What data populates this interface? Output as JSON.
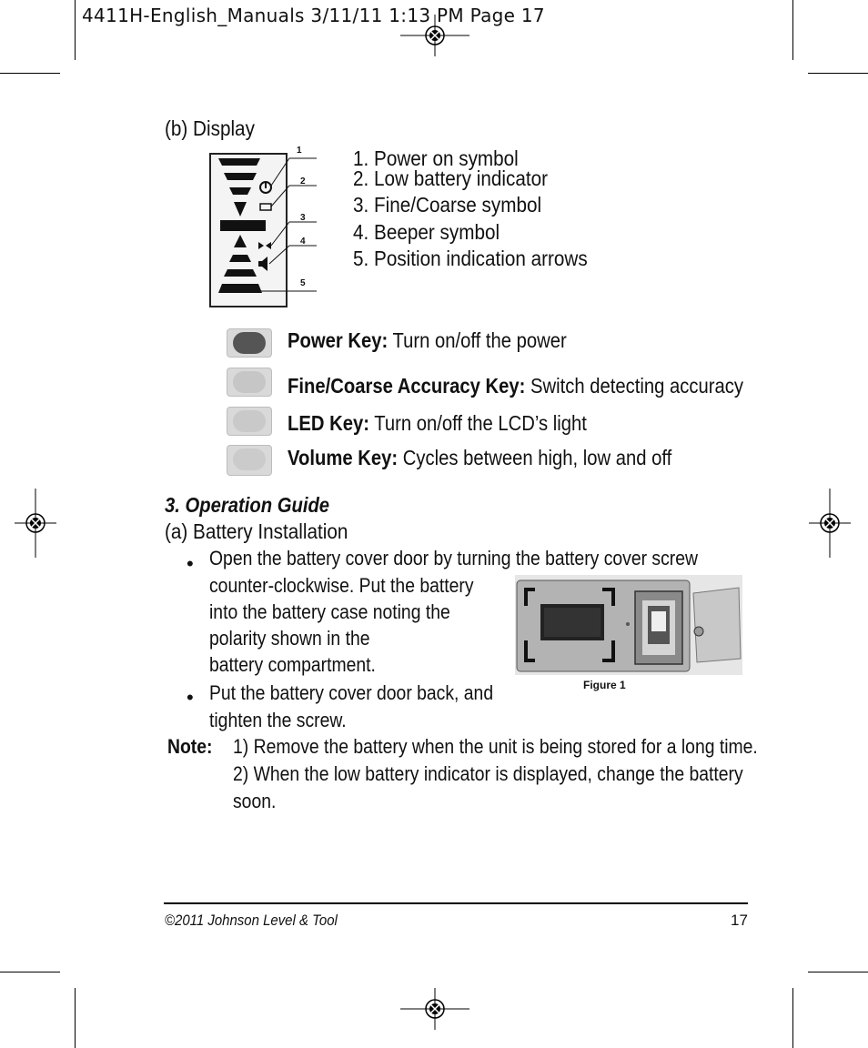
{
  "slug": "4411H-English_Manuals  3/11/11  1:13 PM  Page 17",
  "display": {
    "heading": "(b) Display",
    "diagram_numbers": [
      "1",
      "2",
      "3",
      "4",
      "5"
    ],
    "legend": [
      "1. Power on symbol",
      "2. Low battery indicator",
      "3. Fine/Coarse symbol",
      "4. Beeper symbol",
      "5. Position indication arrows"
    ]
  },
  "keys": [
    {
      "label": "Power Key:",
      "desc": " Turn on/off the power",
      "icon": "power-key-icon"
    },
    {
      "label": "Fine/Coarse Accuracy Key:",
      "desc": " Switch detecting accuracy",
      "icon": "fine-coarse-key-icon"
    },
    {
      "label": "LED Key:",
      "desc": " Turn on/off the LCD’s light",
      "icon": "led-key-icon"
    },
    {
      "label": "Volume Key:",
      "desc": " Cycles between high, low and off",
      "icon": "volume-key-icon"
    }
  ],
  "operation": {
    "heading": "3. Operation Guide",
    "subheading": "(a) Battery Installation",
    "bullet1": [
      "Open the battery cover door by turning the battery cover screw",
      "counter-clockwise.  Put the battery",
      "into the battery case noting the",
      "polarity shown in the",
      "battery compartment."
    ],
    "bullet2": [
      "Put the battery cover door back, and",
      "tighten the screw."
    ],
    "figure_caption": "Figure 1",
    "note_label": "Note:",
    "note_lines": [
      "1) Remove the battery when the unit is being stored for a long time.",
      "2) When the low battery indicator is displayed, change the battery",
      "soon."
    ]
  },
  "footer": {
    "copyright": "©2011 Johnson Level & Tool",
    "page_number": "17"
  }
}
